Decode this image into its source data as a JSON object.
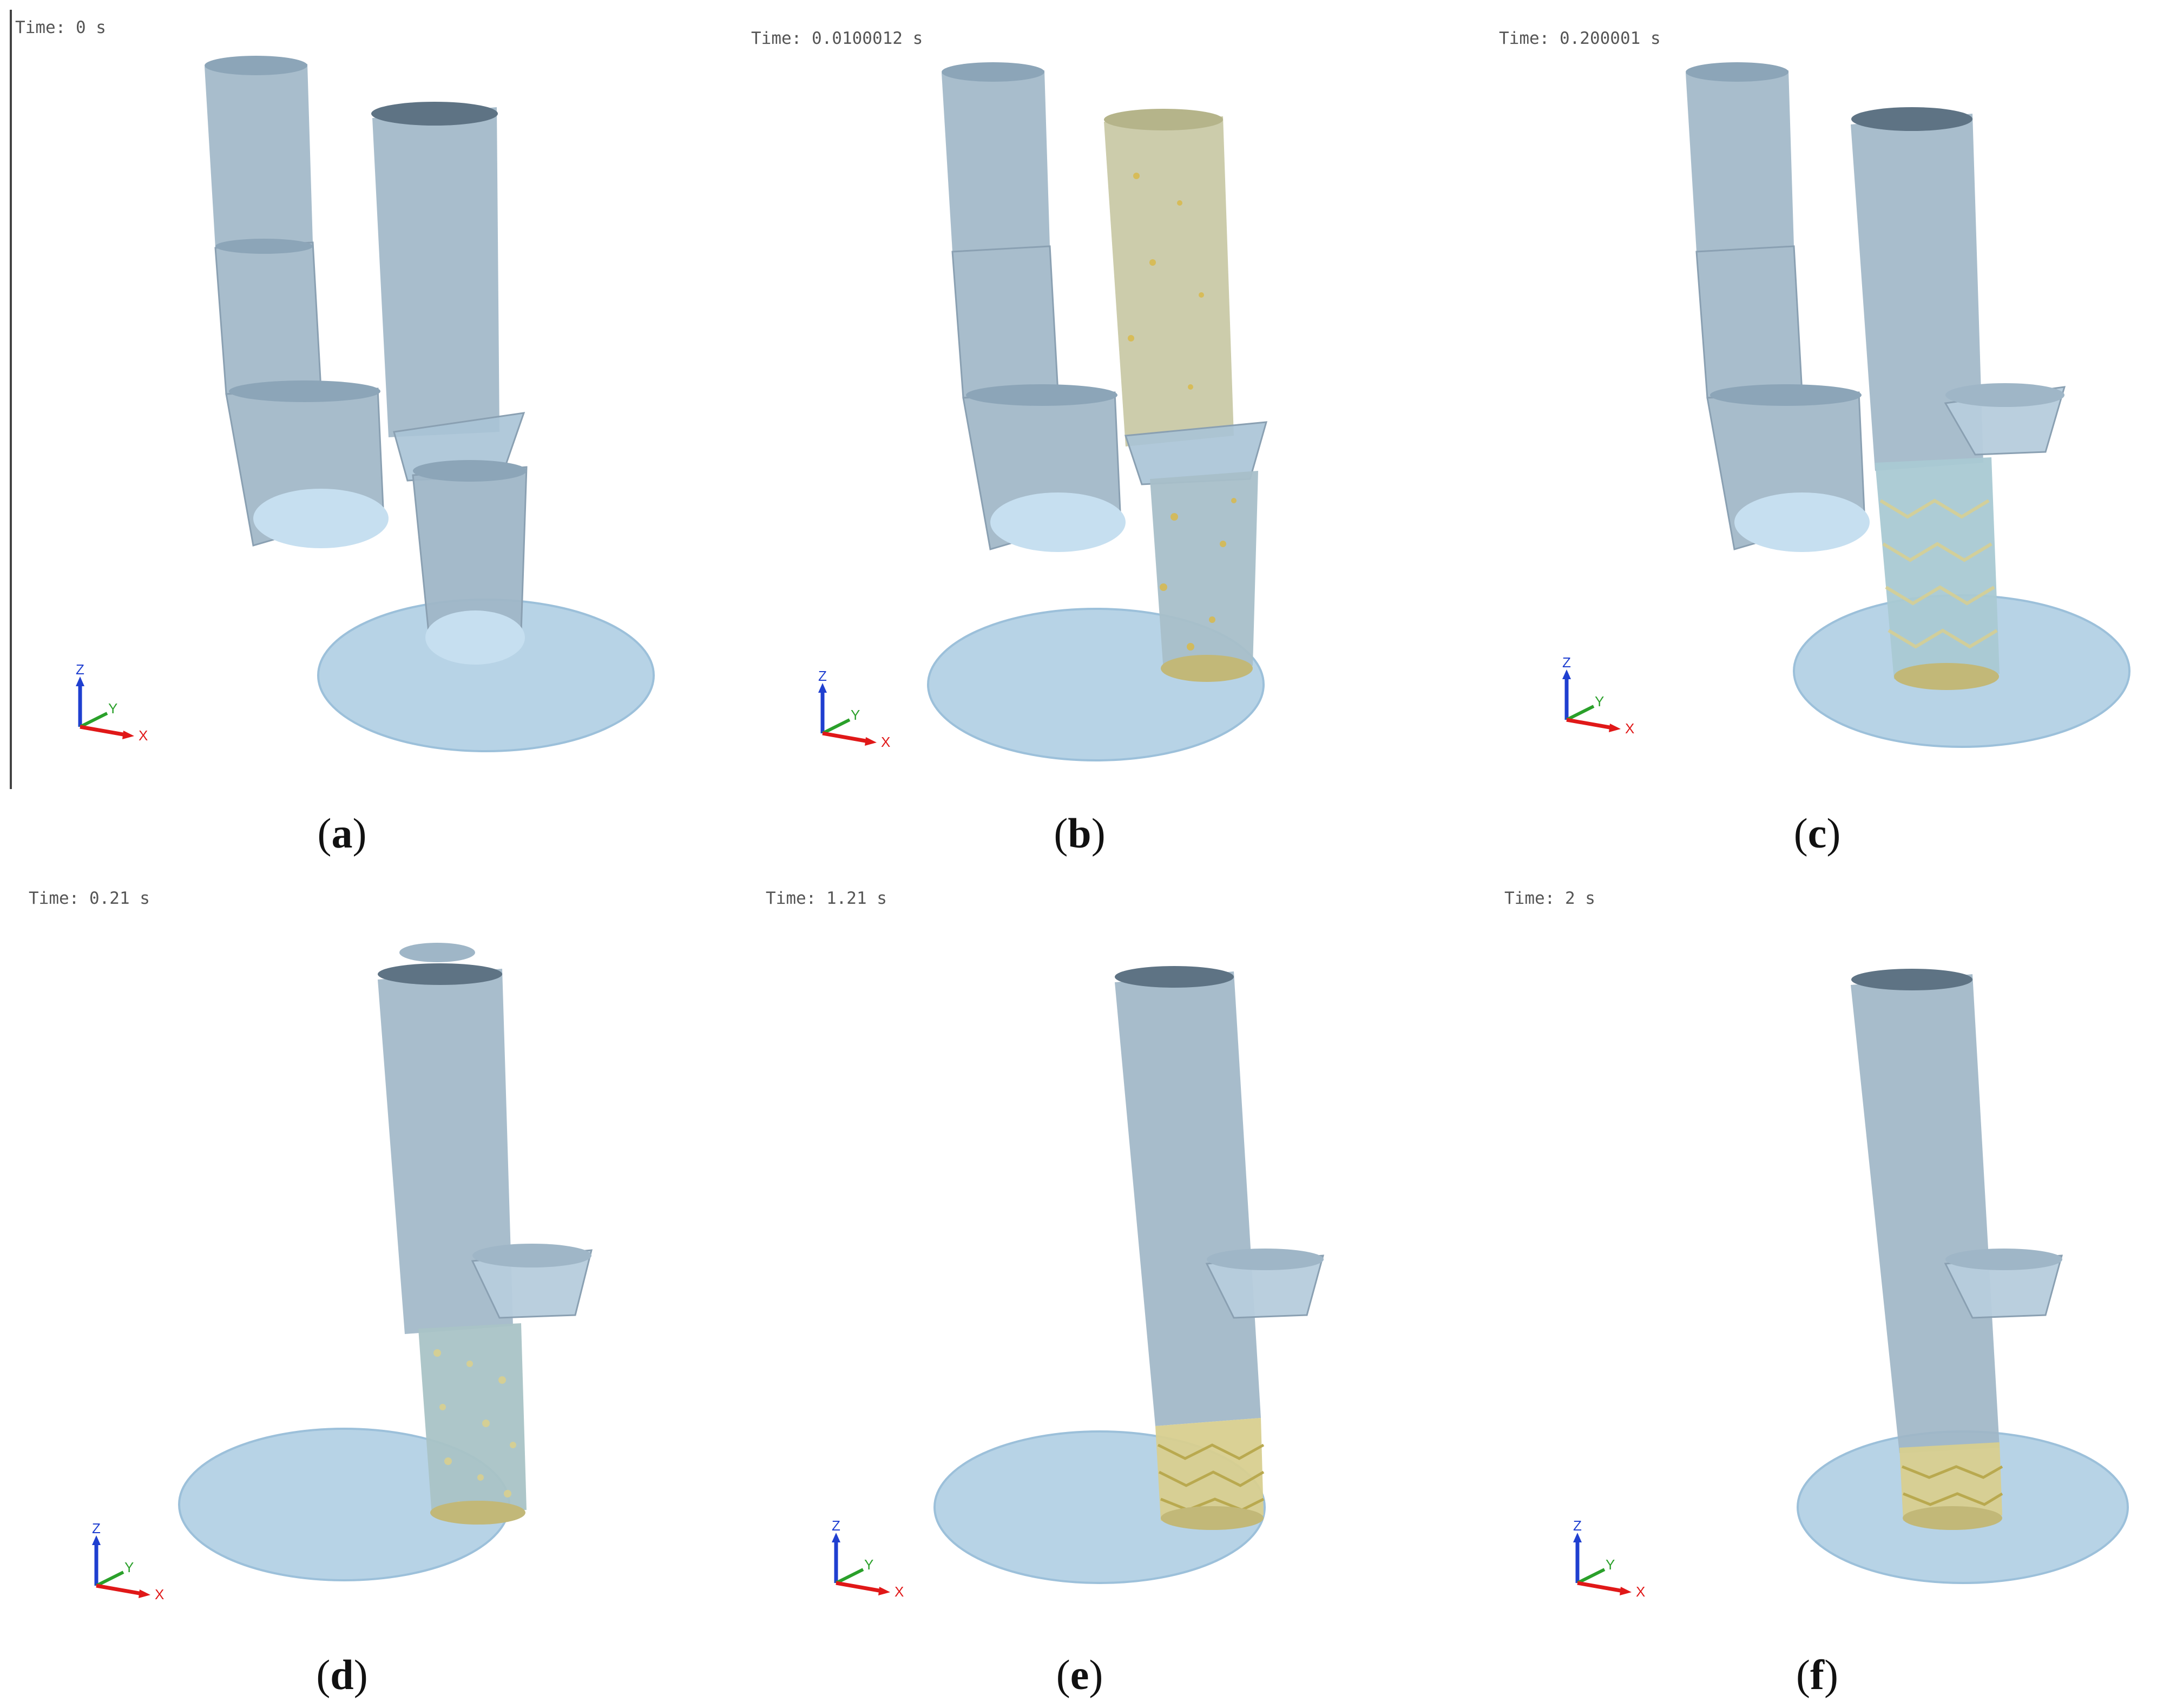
{
  "panels": [
    {
      "id": "a",
      "time": "Time: 0 s",
      "caption_letter": "a"
    },
    {
      "id": "b",
      "time": "Time: 0.0100012 s",
      "caption_letter": "b"
    },
    {
      "id": "c",
      "time": "Time: 0.200001 s",
      "caption_letter": "c"
    },
    {
      "id": "d",
      "time": "Time: 0.21 s",
      "caption_letter": "d"
    },
    {
      "id": "e",
      "time": "Time: 1.21 s",
      "caption_letter": "e"
    },
    {
      "id": "f",
      "time": "Time: 2 s",
      "caption_letter": "f"
    }
  ],
  "axes": {
    "z": "Z",
    "y": "Y",
    "x": "X"
  },
  "colors": {
    "body": "#9fb6c7",
    "body_dark": "#8ca5b8",
    "top_cap": "#5e7384",
    "bottom_cap": "#c6dff0",
    "disc": "#b7d3e6",
    "powder": "#d8cf8f",
    "powder_dark": "#b9a94f",
    "axis_z": "#1f3fd0",
    "axis_y": "#2aa02a",
    "axis_x": "#e01818"
  }
}
